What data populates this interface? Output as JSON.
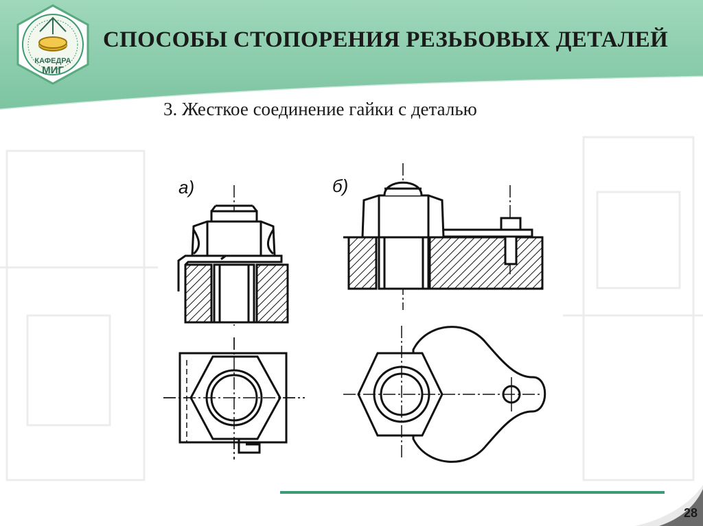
{
  "slide": {
    "title": "СПОСОБЫ СТОПОРЕНИЯ РЕЗЬБОВЫХ ДЕТАЛЕЙ",
    "subtitle": "3. Жесткое соединение гайки с деталью",
    "page_number": "28"
  },
  "logo": {
    "line1": "КАФЕДРА",
    "line2": "МИГ"
  },
  "figures": {
    "label_a": "а)",
    "label_b": "б)"
  },
  "colors": {
    "header_green": "#8fcfae",
    "accent_green": "#3c9a74",
    "ink": "#111111"
  }
}
